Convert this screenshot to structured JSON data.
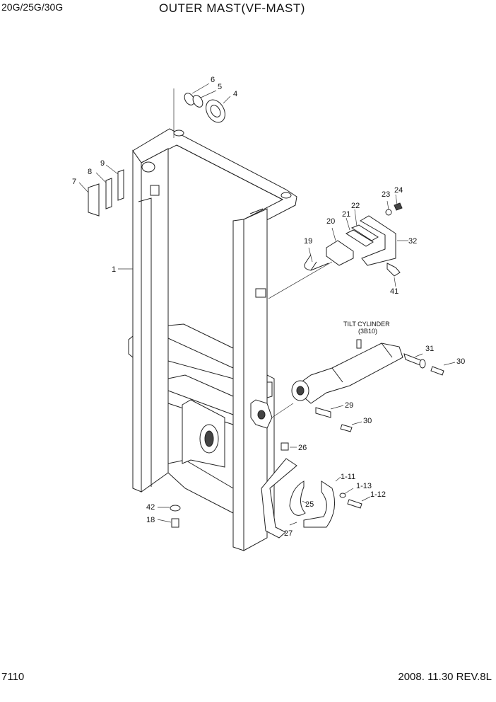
{
  "header": {
    "model": "20G/25G/30G",
    "title": "OUTER MAST(VF-MAST)"
  },
  "footer": {
    "page_number": "7110",
    "revision": "2008. 11.30  REV.8L"
  },
  "annotations": {
    "tilt_cylinder": "TILT CYLINDER",
    "tilt_cylinder_ref": "(3B10)"
  },
  "callouts": {
    "c1": "1",
    "c4": "4",
    "c5": "5",
    "c6": "6",
    "c7": "7",
    "c8": "8",
    "c9": "9",
    "c18": "18",
    "c19": "19",
    "c20": "20",
    "c21": "21",
    "c22": "22",
    "c23": "23",
    "c24": "24",
    "c25": "25",
    "c26": "26",
    "c27": "27",
    "c29": "29",
    "c30a": "30",
    "c30b": "30",
    "c31": "31",
    "c32": "32",
    "c41": "41",
    "c42": "42",
    "c1_11": "1-11",
    "c1_12": "1-12",
    "c1_13": "1-13"
  }
}
